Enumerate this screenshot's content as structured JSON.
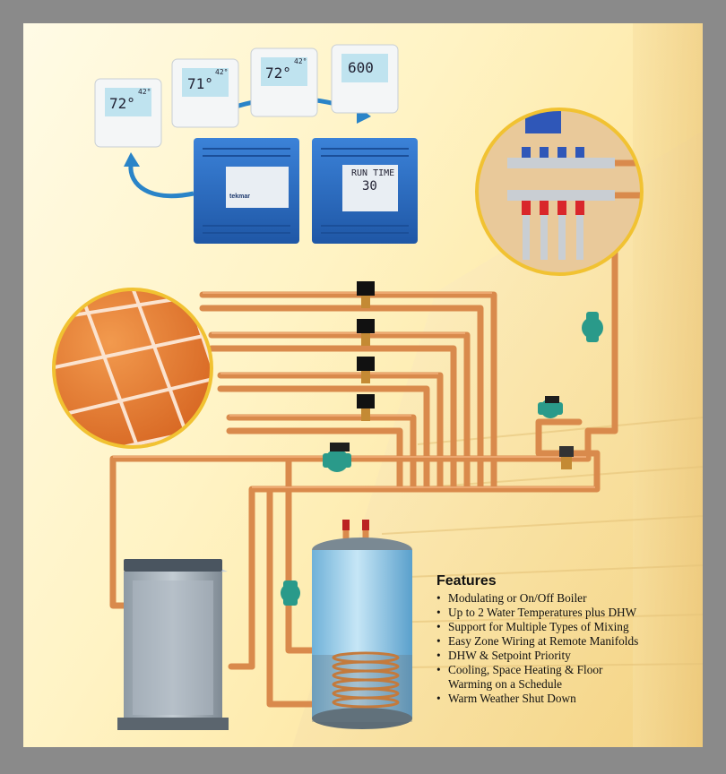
{
  "thermostats": [
    {
      "reading": "72°",
      "small": "42°"
    },
    {
      "reading": "71°",
      "small": "42°"
    },
    {
      "reading": "72°",
      "small": "42°"
    },
    {
      "reading": "600",
      "small": ""
    }
  ],
  "controller": {
    "display_title": "RUN TIME",
    "display_value": "30",
    "brand": "tekmar"
  },
  "features": {
    "title": "Features",
    "items": [
      [
        "Modulating or On/Off Boiler"
      ],
      [
        "Up to 2 Water Temperatures plus DHW"
      ],
      [
        "Support for Multiple Types of Mixing"
      ],
      [
        "Easy Zone Wiring at Remote Manifolds"
      ],
      [
        "DHW & Setpoint Priority"
      ],
      [
        "Cooling, Space Heating & Floor",
        "Warming on a Schedule"
      ],
      [
        "Warm Weather Shut Down"
      ]
    ]
  },
  "colors": {
    "copper": "#d98a4c",
    "copper_dark": "#a9622f",
    "pump": "#2a9a8a",
    "controller_blue": "#2f6fc4",
    "tile": "#e8742a",
    "tank": "#8fc6e4"
  }
}
